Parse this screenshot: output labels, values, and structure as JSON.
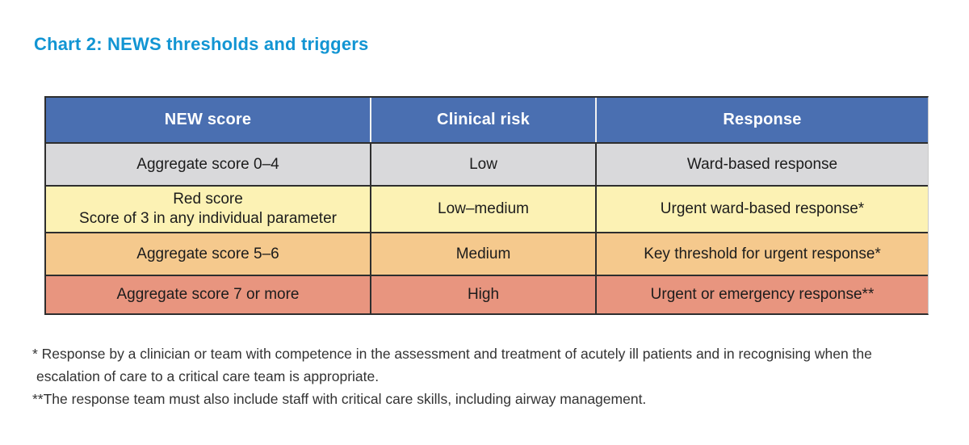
{
  "title": "Chart 2: NEWS thresholds and triggers",
  "colors": {
    "title_blue": "#1295d3",
    "header_blue": "#4a6fb1",
    "row_grey": "#d9d9db",
    "row_yellow": "#fcf2b4",
    "row_orange": "#f5c98d",
    "row_salmon": "#e8957f",
    "border_dark": "#2e2e2e"
  },
  "table": {
    "headers": {
      "score": "NEW score",
      "risk": "Clinical risk",
      "response": "Response"
    },
    "rows": [
      {
        "score": "Aggregate score 0–4",
        "risk": "Low",
        "response": "Ward-based response",
        "bg": "#d9d9db"
      },
      {
        "score": "Red score\nScore of 3 in any individual parameter",
        "risk": "Low–medium",
        "response": "Urgent ward-based response*",
        "bg": "#fcf2b4"
      },
      {
        "score": "Aggregate score 5–6",
        "risk": "Medium",
        "response": "Key threshold for urgent response*",
        "bg": "#f5c98d"
      },
      {
        "score": "Aggregate score 7 or more",
        "risk": "High",
        "response": "Urgent or emergency response**",
        "bg": "#e8957f"
      }
    ]
  },
  "footnotes": {
    "line1": "* Response by a clinician or team with competence in the assessment and treatment of acutely ill patients and in recognising when the",
    "line2": "escalation of care to a critical care team is appropriate.",
    "line3": "**The response team must also include staff with critical care skills, including airway management."
  }
}
